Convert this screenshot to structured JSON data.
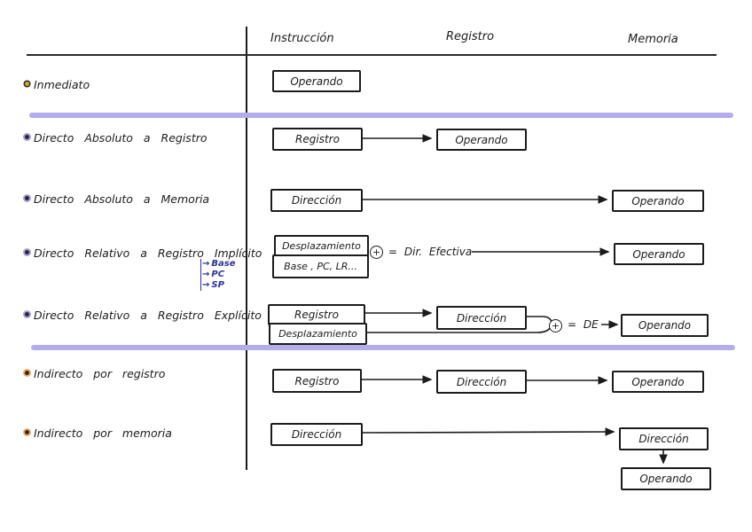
{
  "headers": {
    "instruction": "Instrucción",
    "register": "Registro",
    "memory": "Memoria"
  },
  "rows": [
    {
      "label": "Inmediato",
      "boxes": [
        "Operando"
      ]
    },
    {
      "label": "Directo Absoluto a Registro",
      "boxes": [
        "Registro",
        "Operando"
      ]
    },
    {
      "label": "Directo Absoluto a Memoria",
      "boxes": [
        "Dirección",
        "Operando"
      ]
    },
    {
      "label": "Directo Relativo a Registro Implícito",
      "sub_items": [
        "Base",
        "PC",
        "SP"
      ],
      "boxes": [
        "Desplazamiento",
        "Base , PC, LR...",
        "Operando"
      ],
      "annotation": "= Dir. Efectiva"
    },
    {
      "label": "Directo Relativo a Registro Explícito",
      "boxes": [
        "Registro",
        "Desplazamiento",
        "Dirección",
        "Operando"
      ],
      "annotation": "= DE"
    },
    {
      "label": "Indirecto por registro",
      "boxes": [
        "Registro",
        "Dirección",
        "Operando"
      ]
    },
    {
      "label": "Indirecto por memoria",
      "boxes": [
        "Dirección",
        "Dirección",
        "Operando"
      ]
    }
  ],
  "icons": {
    "plus_circle": "+",
    "branch_arrow": "→"
  },
  "colors": {
    "ink": "#1c1c1c",
    "separator_purple": "#b5aceb",
    "subitem_blue": "#2a34a0",
    "bullet_yellow": "#d2a62c",
    "bullet_purple": "#a89fe3",
    "bullet_orange": "#f2a95c"
  }
}
